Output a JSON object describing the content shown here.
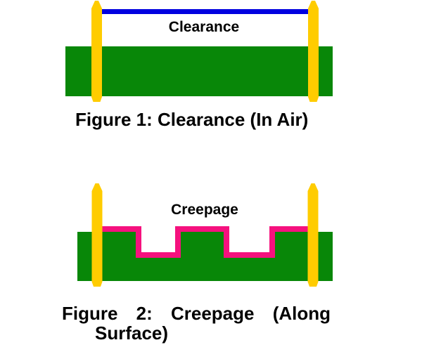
{
  "page": {
    "background": "#ffffff",
    "description": "Two PCB cross-section diagrams illustrating clearance and creepage distances"
  },
  "colors": {
    "board_green": "#088708",
    "pin_gold": "#ffcc00",
    "clearance_blue": "#0000e0",
    "creepage_pink": "#f5117e",
    "text_black": "#000000"
  },
  "figure1": {
    "label": "Clearance",
    "caption": "Figure 1: Clearance (In Air)"
  },
  "figure2": {
    "label": "Creepage",
    "caption_words": [
      "Figure",
      "2:",
      "Creepage",
      "(Along"
    ],
    "caption_line2": "Surface)"
  }
}
